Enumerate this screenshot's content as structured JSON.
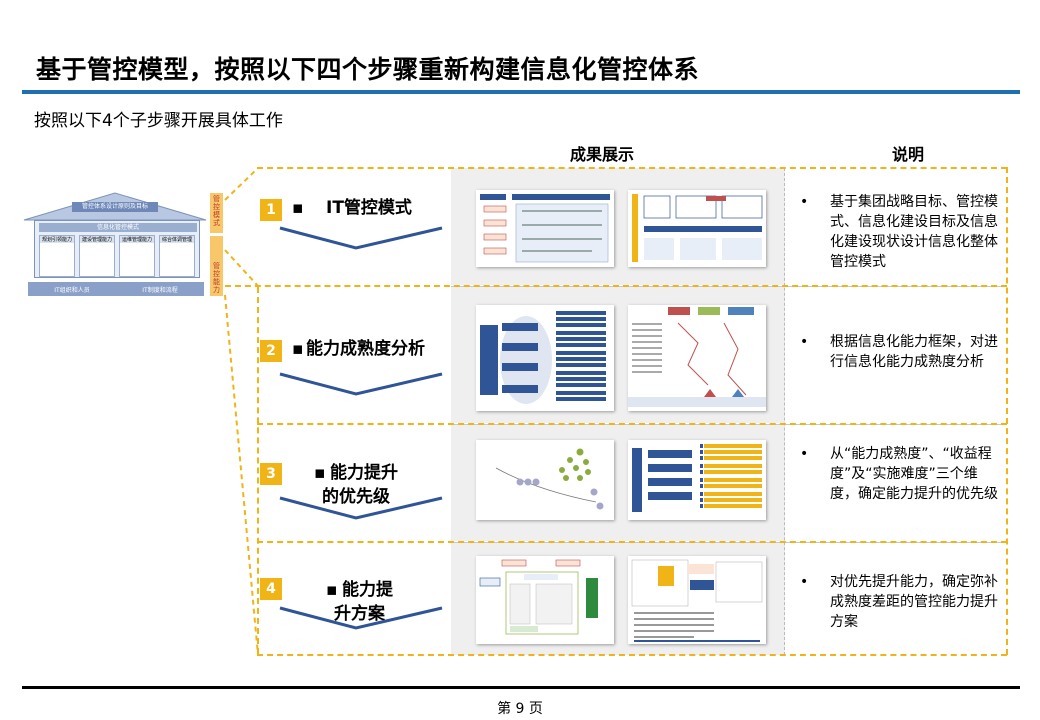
{
  "page": {
    "title": "基于管控模型，按照以下四个步骤重新构建信息化管控体系",
    "subtitle": "按照以下4个子步骤开展具体工作",
    "footer": "第 9 页"
  },
  "columns": {
    "results": "成果展示",
    "description": "说明"
  },
  "house": {
    "roof_label": "管控体系设计原则及目标",
    "row_label": "信息化管控模式",
    "pillars": [
      "规划引领能力",
      "建设管理能力",
      "运维管理能力",
      "综合体调管理"
    ],
    "base_left": "IT组织和人员",
    "base_right": "IT制度和流程",
    "tab_top": "管控模式",
    "tab_bottom": "管控能力"
  },
  "steps": [
    {
      "num": "1",
      "label": "IT管控模式",
      "bullet": "▪",
      "desc": "基于集团战略目标、管控模式、信息化建设目标及信息化建设现状设计信息化整体管控模式"
    },
    {
      "num": "2",
      "label": "能力成熟度分析",
      "bullet": "▪",
      "desc": "根据信息化能力框架，对进行信息化能力成熟度分析"
    },
    {
      "num": "3",
      "label_line1": "能力提升",
      "label_line2": "的优先级",
      "bullet": "▪",
      "desc": "从“能力成熟度”、“收益程度”及“实施难度”三个维度，确定能力提升的优先级"
    },
    {
      "num": "4",
      "label_line1": "能力提",
      "label_line2": "升方案",
      "bullet": "▪",
      "desc": "对优先提升能力，确定弥补成熟度差距的管控能力提升方案"
    }
  ],
  "desc_bullet": "•",
  "colors": {
    "accent": "#f0b417",
    "title_bar": "#1f6fb3",
    "panel": "#efefef",
    "thumb_blue": "#2f5597"
  }
}
